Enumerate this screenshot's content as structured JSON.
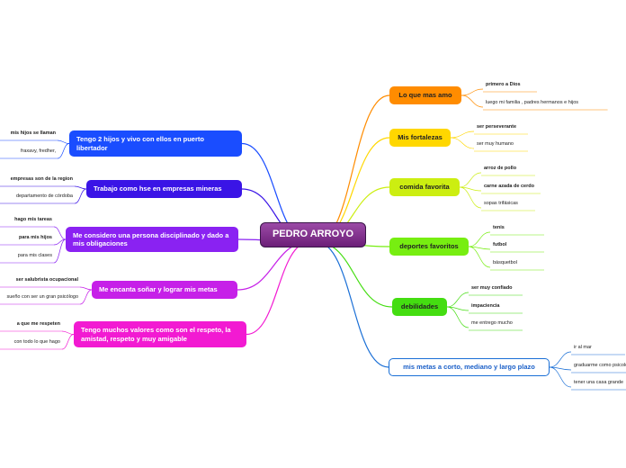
{
  "center": {
    "label": "PEDRO ARROYO"
  },
  "right": [
    {
      "label": "Lo que mas amo",
      "color": "#ff8c00",
      "leaves": [
        {
          "text": "primero a Dios",
          "bold": true
        },
        {
          "text": "luego mi familia , padres hermanos e hijos",
          "bold": false
        }
      ]
    },
    {
      "label": "Mis fortalezas",
      "color": "#ffd700",
      "leaves": [
        {
          "text": "ser perseverante",
          "bold": true
        },
        {
          "text": "ser muy humano",
          "bold": false
        }
      ]
    },
    {
      "label": "comida favorita",
      "color": "#ccee11",
      "leaves": [
        {
          "text": "arroz de pollo",
          "bold": true
        },
        {
          "text": "carne azada de cerdo",
          "bold": true
        },
        {
          "text": "sopas trifásicas",
          "bold": false
        }
      ]
    },
    {
      "label": "deportes favoritos",
      "color": "#77ee11",
      "leaves": [
        {
          "text": "tenis",
          "bold": true
        },
        {
          "text": "futbol",
          "bold": true
        },
        {
          "text": "básquetbol",
          "bold": false
        }
      ]
    },
    {
      "label": "debilidades",
      "color": "#44dd11",
      "leaves": [
        {
          "text": "ser muy confiado",
          "bold": true
        },
        {
          "text": "impaciencia",
          "bold": true
        },
        {
          "text": "me entrego mucho",
          "bold": false
        }
      ]
    },
    {
      "label": "mis metas a corto, mediano y largo plazo",
      "color": "#1a6fd6",
      "leaves": [
        {
          "text": "ir al mar",
          "bold": false
        },
        {
          "text": "graduarme como psicologo",
          "bold": false
        },
        {
          "text": "tener una casa grande",
          "bold": false
        }
      ]
    }
  ],
  "left": [
    {
      "label": "Tengo 2 hijos y vivo con ellos en puerto libertador",
      "color": "#1a4dff",
      "leaves": [
        {
          "text": "mis hijos se llaman",
          "bold": true
        },
        {
          "text": "fraxavy, fredher,",
          "bold": false
        }
      ]
    },
    {
      "label": "Trabajo como hse en empresas mineras",
      "color": "#3a14e6",
      "leaves": [
        {
          "text": "empresas son de la region",
          "bold": true
        },
        {
          "text": "departamento de córdoba",
          "bold": false
        }
      ]
    },
    {
      "label": "Me considero una persona disciplinado y dado a mis obligaciones",
      "color": "#8a22f2",
      "leaves": [
        {
          "text": "hago mis tareas",
          "bold": true
        },
        {
          "text": "para mis hijos",
          "bold": true
        },
        {
          "text": "para mis clases",
          "bold": false
        }
      ]
    },
    {
      "label": "Me encanta soñar y lograr mis metas",
      "color": "#c620e8",
      "leaves": [
        {
          "text": "ser salubrista ocupacional",
          "bold": true
        },
        {
          "text": "sueño con ser un gran psicólogo",
          "bold": false
        }
      ]
    },
    {
      "label": "Tengo muchos valores como son el respeto, la amistad, respeto y muy amigable",
      "color": "#f21ad2",
      "leaves": [
        {
          "text": "a que me respeten",
          "bold": true
        },
        {
          "text": "con todo lo que hago",
          "bold": false
        }
      ]
    }
  ]
}
